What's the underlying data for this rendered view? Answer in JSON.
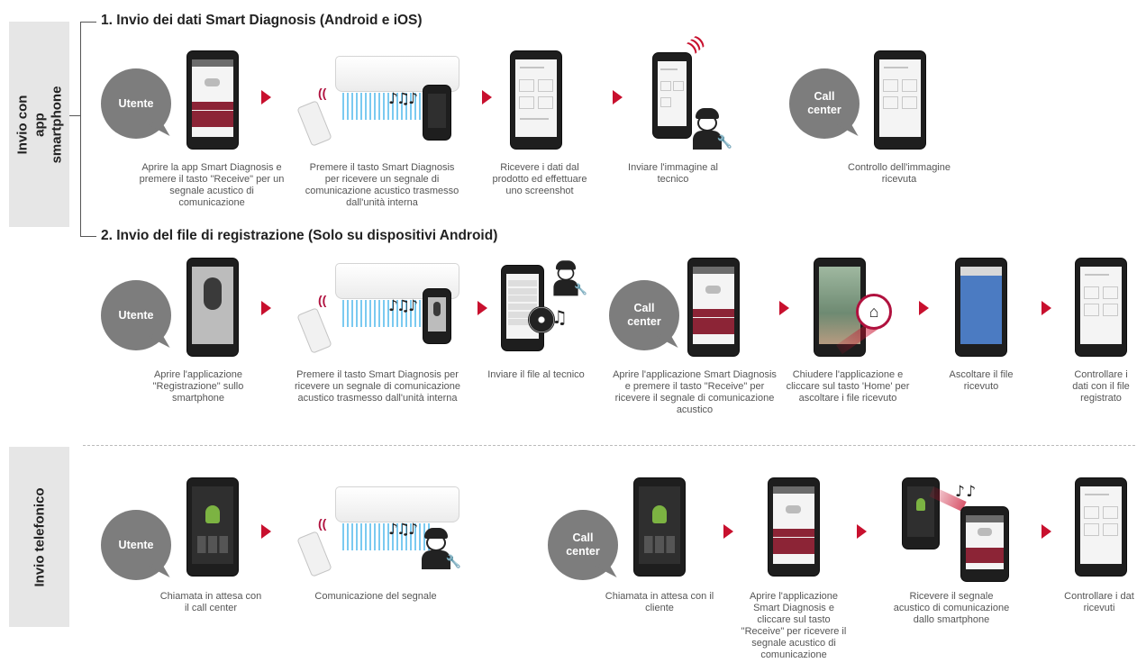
{
  "sidebar": {
    "app_label": "Invio con app smartphone",
    "phone_label": "Invio telefonico"
  },
  "section1": {
    "title": "1. Invio dei dati Smart Diagnosis (Android e iOS)",
    "bubble_user": "Utente",
    "bubble_call": "Call center",
    "steps": [
      "Aprire la app Smart Diagnosis e premere il tasto \"Receive\" per un segnale acustico di comunicazione",
      "Premere il tasto Smart Diagnosis per ricevere un segnale di comunicazione acustico trasmesso dall'unità interna",
      "Ricevere i dati dal prodotto ed effettuare uno screenshot",
      "Inviare l'immagine al tecnico",
      "Controllo dell'immagine ricevuta"
    ]
  },
  "section2": {
    "title": "2. Invio del file di registrazione (Solo su dispositivi Android)",
    "bubble_user": "Utente",
    "bubble_call": "Call center",
    "steps": [
      "Aprire l'applicazione \"Registrazione\" sullo smartphone",
      "Premere il tasto Smart Diagnosis per ricevere un segnale di comunicazione acustico trasmesso dall'unità interna",
      "Inviare il file al tecnico",
      "Aprire l'applicazione Smart Diagnosis e premere il tasto \"Receive\" per ricevere il segnale di comunicazione acustico",
      "Chiudere l'applicazione e cliccare sul tasto 'Home' per ascoltare i file ricevuto",
      "Ascoltare il file ricevuto",
      "Controllare i dati con il file registrato"
    ]
  },
  "section3": {
    "bubble_user": "Utente",
    "bubble_call": "Call center",
    "steps": [
      "Chiamata in attesa con il call center",
      "Comunicazione del segnale",
      "Chiamata in attesa con il cliente",
      "Aprire l'applicazione Smart Diagnosis e cliccare sul tasto \"Receive\" per ricevere il segnale acustico di comunicazione",
      "Ricevere il segnale acustico di comunicazione dallo smartphone",
      "Controllare i dat ricevuti"
    ]
  },
  "icons": {
    "arrow": "red-triangle-arrow",
    "technician": "technician-icon",
    "notes": "music-notes-icon",
    "wifi": "signal-icon",
    "home": "home-icon"
  },
  "colors": {
    "accent": "#c8102e",
    "bubble": "#7d7d7d",
    "sidebar": "#e6e6e6",
    "app_band": "#8c2436"
  }
}
